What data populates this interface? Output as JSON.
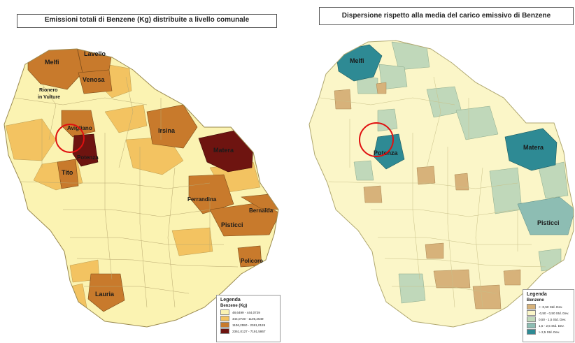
{
  "maps": {
    "left": {
      "title": "Emissioni totali di Benzene (Kg) distribuite a livello comunale",
      "labels": {
        "lavello": "Lavello",
        "melfi": "Melfi",
        "venosa": "Venosa",
        "rionero": "Rionero",
        "in_vulture": "in Vulture",
        "avigliano": "Avigliano",
        "potenza": "Potenza",
        "tito": "Tito",
        "irsina": "Irsina",
        "matera": "Matera",
        "ferrandina": "Ferrandina",
        "bernalda": "Bernalda",
        "pisticci": "Pisticci",
        "policoro": "Policoro",
        "lauria": "Lauria"
      },
      "legend": {
        "title": "Legenda",
        "subtitle": "Benzene (Kg)",
        "classes": [
          {
            "label": "48,6499 - 444,0729",
            "color": "#fbf3b2"
          },
          {
            "label": "444,0730 - 1106,2549",
            "color": "#f3c361"
          },
          {
            "label": "1106,2550 - 2361,0126",
            "color": "#c87a2c"
          },
          {
            "label": "2361,0127 - 7191,5867",
            "color": "#6e1410"
          }
        ]
      }
    },
    "right": {
      "title": "Dispersione rispetto alla media del carico emissivo di Benzene",
      "labels": {
        "melfi": "Melfi",
        "potenza": "Potenza",
        "matera": "Matera",
        "pisticci": "Pisticci"
      },
      "legend": {
        "title": "Legenda",
        "subtitle": "Benzene",
        "classes": [
          {
            "label": "< -0,50 Std. Dev.",
            "color": "#d7b27a"
          },
          {
            "label": "-0,50 - 0,50 Std. Dev.",
            "color": "#fbf6c8"
          },
          {
            "label": "0,50 - 1,5 Std. Dev.",
            "color": "#c0d8ba"
          },
          {
            "label": "1,5 - 2,5 Std. Dev.",
            "color": "#8dbdb3"
          },
          {
            "label": "> 2,5 Std. Dev.",
            "color": "#2e8a94"
          }
        ]
      }
    }
  }
}
